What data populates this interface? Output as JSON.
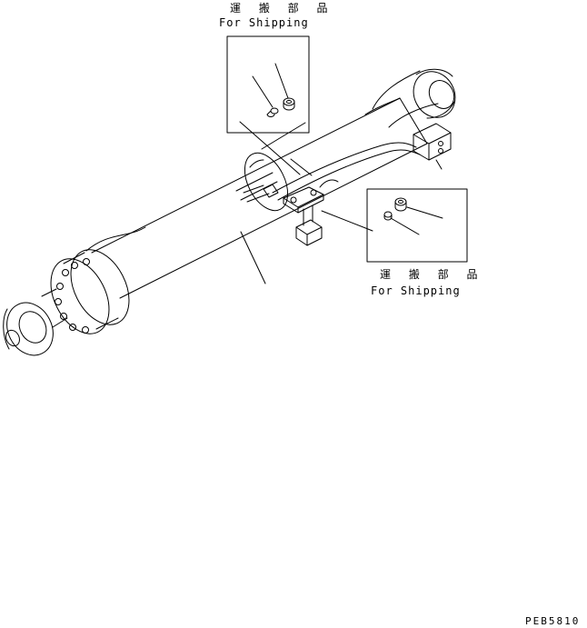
{
  "callouts": {
    "top": {
      "jp": "運 搬 部 品",
      "en": "For Shipping"
    },
    "right": {
      "jp": "運 搬 部 品",
      "en": "For Shipping"
    }
  },
  "drawing_id": "PEB5810",
  "colors": {
    "line": "#000000",
    "background": "#ffffff"
  }
}
